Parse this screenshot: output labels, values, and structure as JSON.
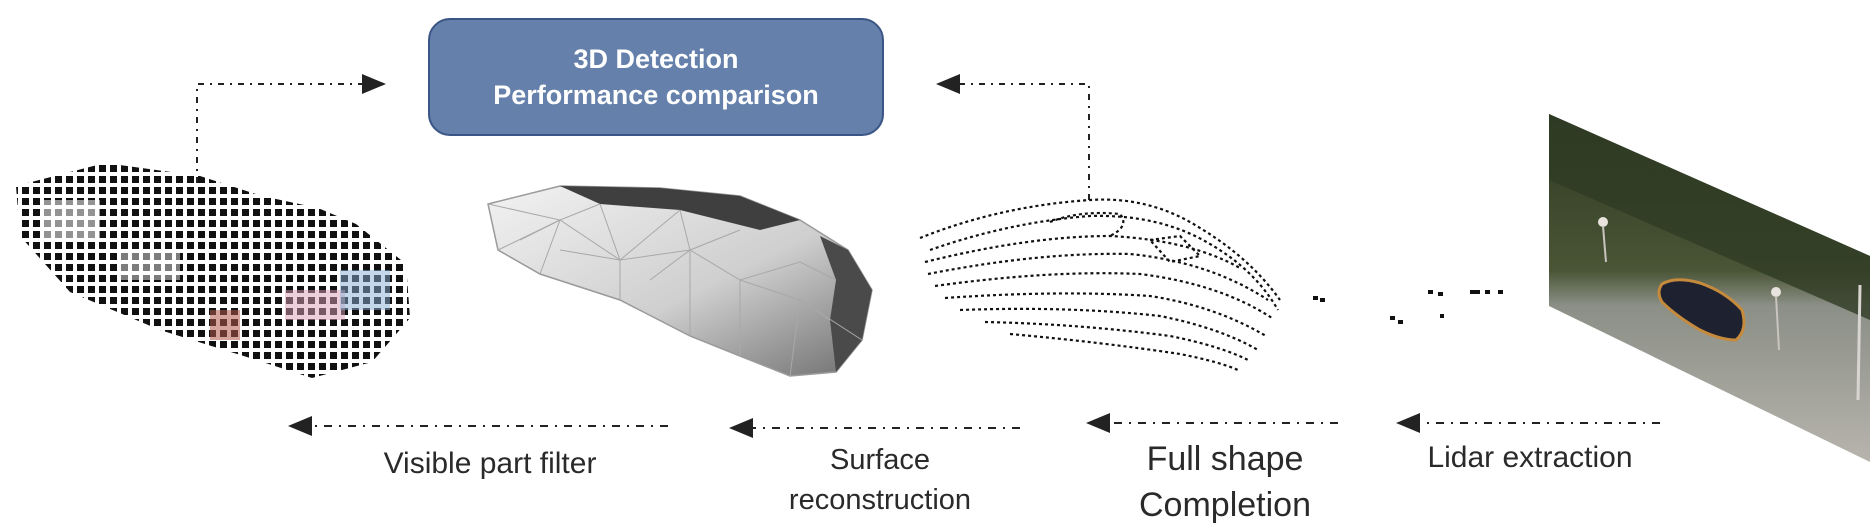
{
  "top_box": {
    "line1": "3D Detection",
    "line2": "Performance comparison",
    "fill": "#6580aa"
  },
  "stages": [
    {
      "label": "Visible part filter"
    },
    {
      "line1": "Surface",
      "line2": "reconstruction"
    },
    {
      "line1": "Full shape",
      "line2": "Completion"
    },
    {
      "label": "Lidar extraction"
    }
  ],
  "images": [
    "voxel-car-image",
    "mesh-car-image",
    "pointcloud-car-image",
    "street-scene-photo"
  ],
  "colors": {
    "arrow": "#222222",
    "box_border": "#3b5686",
    "car_outline": "#c58a3c"
  }
}
